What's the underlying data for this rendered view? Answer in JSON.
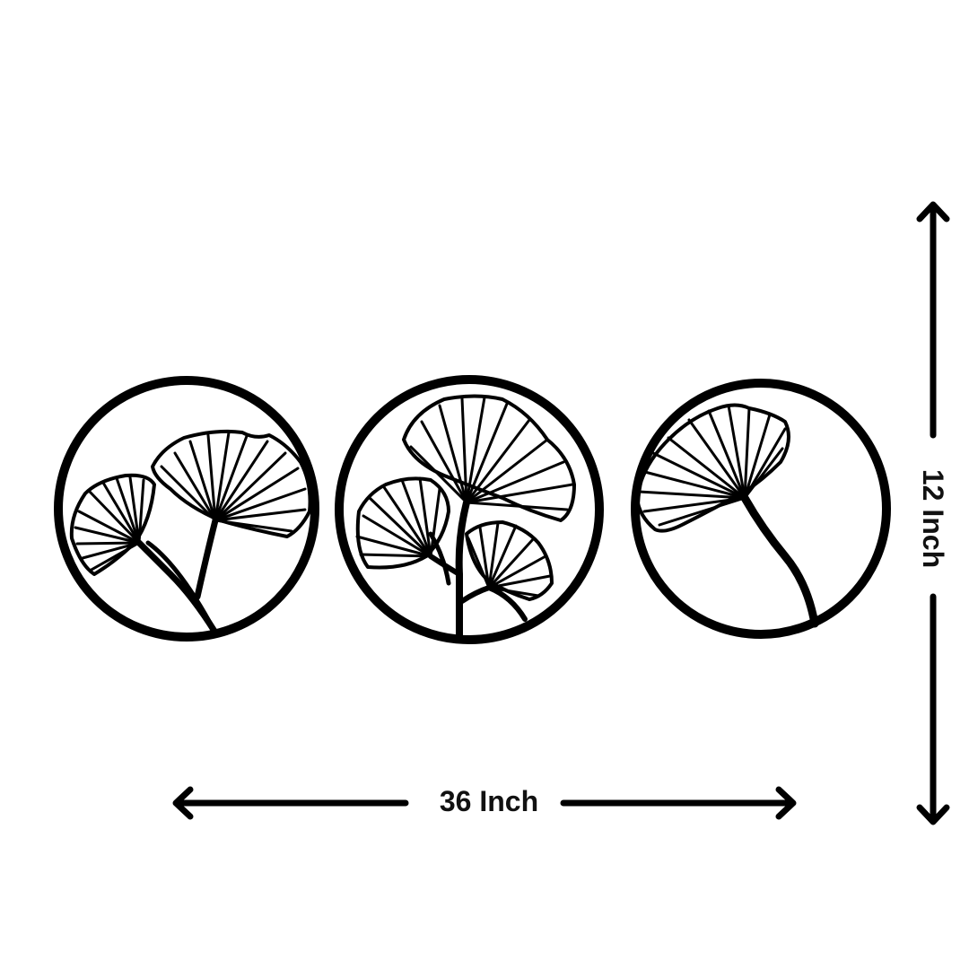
{
  "product": {
    "description": "Three-piece round metal ginkgo leaf wall art set",
    "panels": [
      {
        "name": "left-panel",
        "motif": "two ginkgo leaves on curved stems"
      },
      {
        "name": "center-panel",
        "motif": "three ginkgo leaves on branching stem"
      },
      {
        "name": "right-panel",
        "motif": "single ginkgo leaf on long curved stem"
      }
    ],
    "colors": {
      "line": "#000000",
      "background": "#ffffff"
    }
  },
  "dimensions": {
    "width_label": "36 Inch",
    "height_label": "12 Inch"
  }
}
